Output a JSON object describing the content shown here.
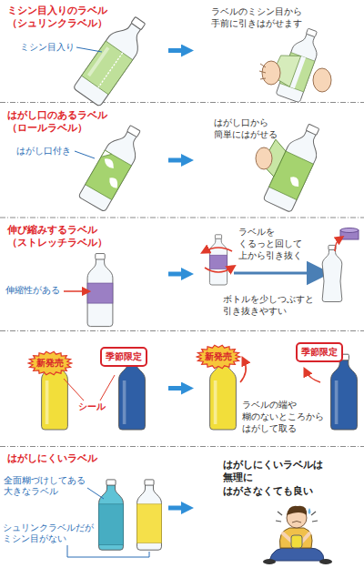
{
  "diagram": {
    "nodes": [
      {
        "text": [
          "ミシン目入りのラベル （シュリンクラベル）",
          "ミシン目入り"
        ]
      },
      {
        "text": [
          "ラベルのミシン目から 手前に引きはがせます"
        ]
      },
      {
        "text": [
          "はがし口のあるラベル （ロールラベル）",
          "はがし口付き"
        ]
      },
      {
        "text": [
          "はがし口から 簡単にはがせる"
        ]
      },
      {
        "text": [
          "伸び縮みするラベル （ストレッチラベル）",
          "伸縮性がある"
        ]
      },
      {
        "text": [
          "ラベルを くるっと回して 上から引き抜く",
          "ボトルを少しつぶすと 引き抜きやすい"
        ]
      },
      {
        "text": [
          "シール"
        ]
      },
      {
        "text": [
          "新発売"
        ],
        "in": 6
      },
      {
        "text": [
          "季節限定"
        ],
        "in": 6
      },
      {
        "text": [
          "ラベルの端や 糊のないところから はがして取る"
        ]
      },
      {
        "text": [
          "新発売"
        ],
        "in": 9
      },
      {
        "text": [
          "季節限定"
        ],
        "in": 9
      },
      {
        "text": [
          "はがしにくいラベル",
          "全面糊づけしてある 大きなラベル",
          "シュリンクラベルだが ミシン目がない"
        ]
      },
      {
        "text": [
          "はがしにくいラベルは 無理に はがさなくても良い"
        ]
      }
    ],
    "edges": [
      {
        "from": 0,
        "to": 1,
        "arrow": "to"
      },
      {
        "from": 2,
        "to": 3,
        "arrow": "to"
      },
      {
        "from": 4,
        "to": 5,
        "arrow": "to"
      },
      {
        "from": 6,
        "to": 9,
        "arrow": "to"
      },
      {
        "from": 12,
        "to": 13,
        "arrow": "to"
      }
    ]
  }
}
